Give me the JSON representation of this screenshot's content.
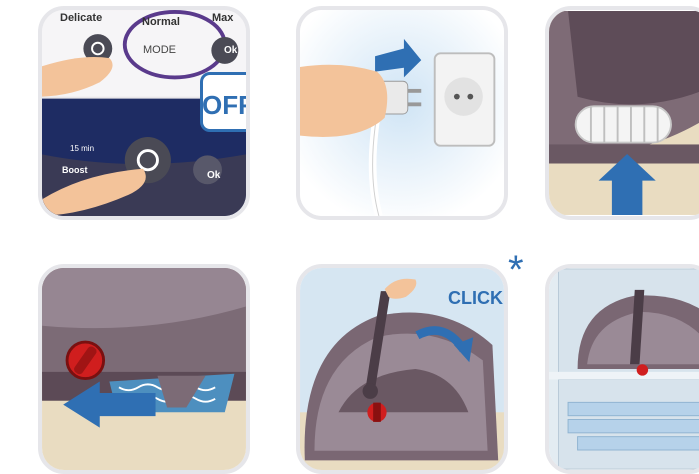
{
  "panel1": {
    "modes": {
      "left": "Delicate",
      "center": "Normal",
      "right": "Max"
    },
    "mode_button_label": "MODE",
    "ok_label": "Ok",
    "off_badge": "OFF",
    "lower_panel": {
      "boost_label": "Boost",
      "timer_label": "15 min",
      "ok_label": "Ok"
    }
  },
  "panel5": {
    "click_label": "CLICK",
    "asterisk": "*"
  },
  "colors": {
    "accent_blue": "#2f6fb3",
    "panel_navy": "#1e2c63",
    "mode_purple": "#5a3a8c",
    "knob_red": "#d01e1e"
  }
}
